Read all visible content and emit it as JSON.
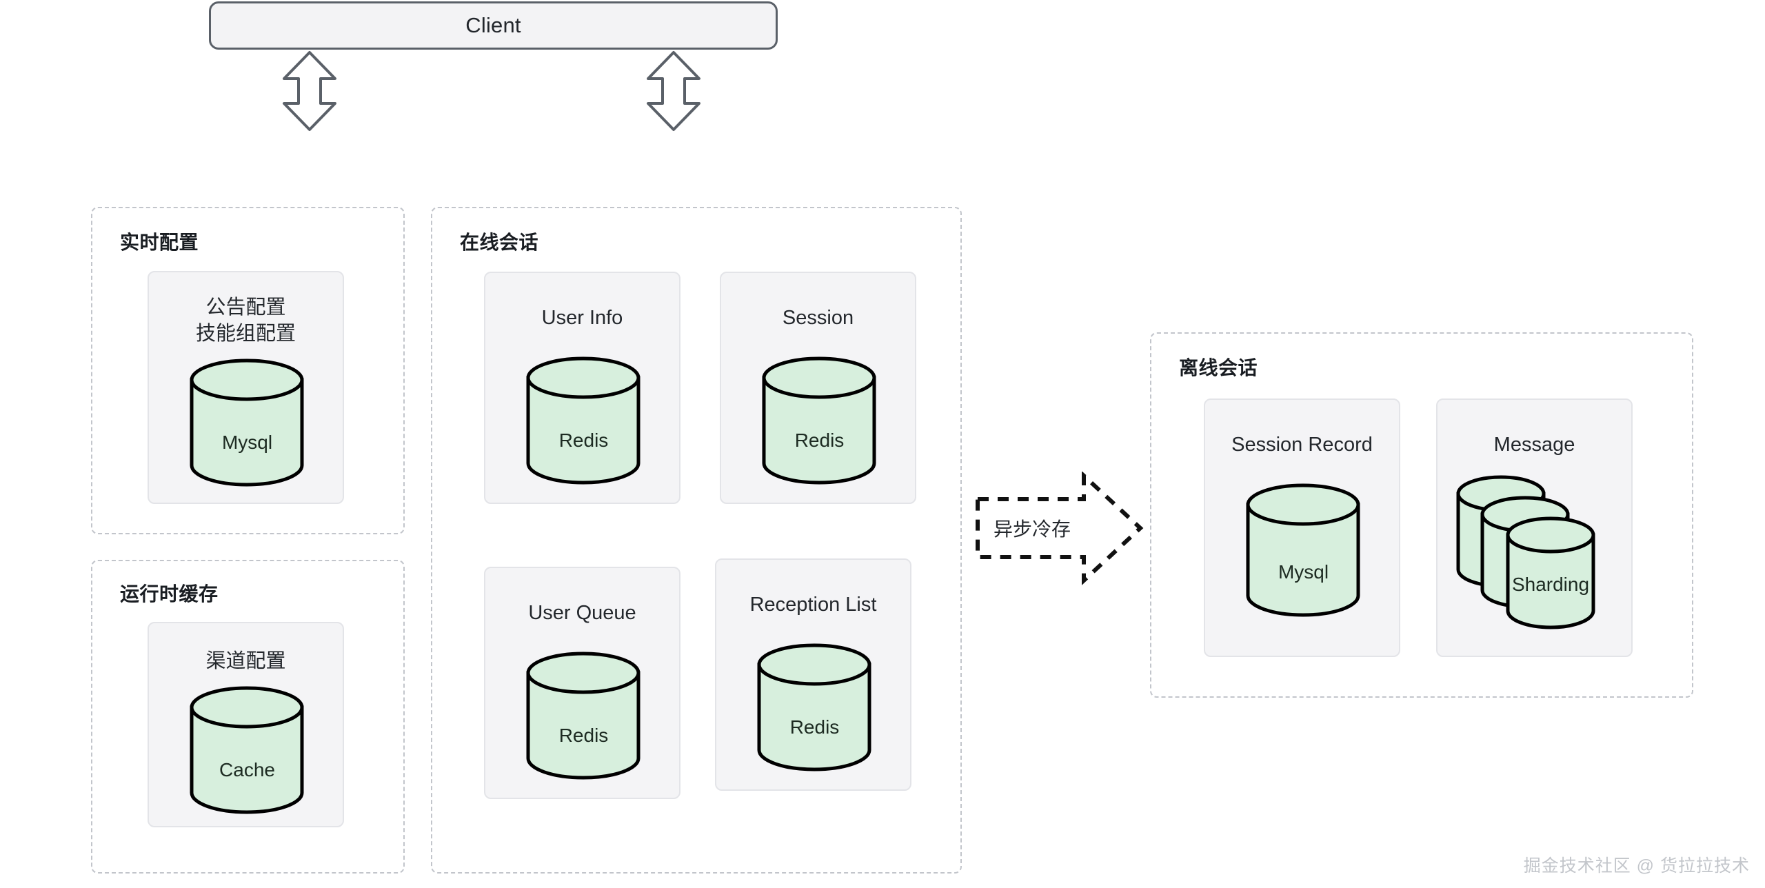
{
  "diagram": {
    "title": "Client",
    "client": {
      "label": "Client"
    },
    "watermark": "掘金技术社区 @ 货拉拉技术",
    "colors": {
      "cylinder_fill": "#d7efdd",
      "cylinder_stroke": "#000000",
      "card_fill": "#f4f4f6",
      "card_border": "#e3e4e8",
      "group_border": "#c2c5cb",
      "client_border": "#5a6068",
      "client_fill": "#f3f3f5",
      "arrow_stroke": "#5a6068",
      "dashed_arrow_stroke": "#111111",
      "watermark": "#c3c6cb"
    },
    "groups": [
      {
        "id": "realtime-config",
        "title": "实时配置",
        "cards": [
          {
            "id": "announcement-config",
            "title": "公告配置\n技能组配置",
            "db": "Mysql",
            "db_kind": "single"
          }
        ]
      },
      {
        "id": "runtime-cache",
        "title": "运行时缓存",
        "cards": [
          {
            "id": "channel-config",
            "title": "渠道配置",
            "db": "Cache",
            "db_kind": "single"
          }
        ]
      },
      {
        "id": "online-session",
        "title": "在线会话",
        "cards": [
          {
            "id": "user-info",
            "title": "User Info",
            "db": "Redis",
            "db_kind": "single"
          },
          {
            "id": "session",
            "title": "Session",
            "db": "Redis",
            "db_kind": "single"
          },
          {
            "id": "user-queue",
            "title": "User Queue",
            "db": "Redis",
            "db_kind": "single"
          },
          {
            "id": "reception-list",
            "title": "Reception List",
            "db": "Redis",
            "db_kind": "single"
          }
        ]
      },
      {
        "id": "offline-session",
        "title": "离线会话",
        "cards": [
          {
            "id": "session-record",
            "title": "Session Record",
            "db": "Mysql",
            "db_kind": "single"
          },
          {
            "id": "message",
            "title": "Message",
            "db": "Sharding",
            "db_kind": "stacked"
          }
        ]
      }
    ],
    "connectors": [
      {
        "id": "client-to-realtime-config",
        "kind": "double-arrow-vertical"
      },
      {
        "id": "client-to-online-session",
        "kind": "double-arrow-vertical"
      },
      {
        "id": "online-to-offline",
        "kind": "dashed-block-arrow",
        "label": "异步冷存"
      }
    ]
  }
}
